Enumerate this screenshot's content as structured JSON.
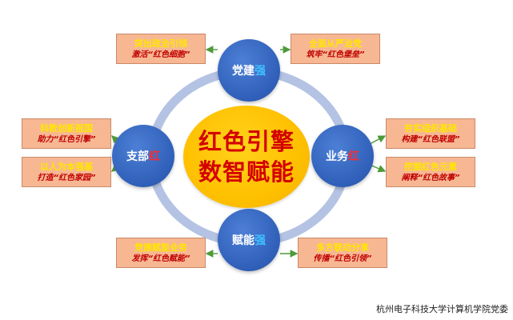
{
  "colors": {
    "ring": "#b4c3e3",
    "node": "#2f5fb8",
    "center": "#ffc000",
    "center_text": "#d40000",
    "callout_bg": "#f7b793",
    "callout_title": "#ffe600",
    "callout_sub": "#c00000",
    "arrow": "#4e9a3a",
    "accent_red": "#ff2a2a",
    "accent_cyan": "#3fc2ff"
  },
  "center": {
    "line1": "红色引擎",
    "line2": "数智赋能"
  },
  "nodes": {
    "top": {
      "main": "党建",
      "accent": "强"
    },
    "bottom": {
      "main": "赋能",
      "accent": "强"
    },
    "left": {
      "main": "支部",
      "accent": "红"
    },
    "right": {
      "main": "业务",
      "accent": "红"
    }
  },
  "callouts": {
    "top_left": {
      "title": "突出政治引领",
      "subtitle": "激活“红色细胞”"
    },
    "top_right": {
      "title": "全面从严治党",
      "subtitle": "筑牢“红色堡垒”"
    },
    "left_1": {
      "title": "科教创新报国",
      "subtitle": "助力“红色引擎”"
    },
    "left_2": {
      "title": "以人为本强基",
      "subtitle": "打造“红色家园”"
    },
    "right_1": {
      "title": "夯实组织基础",
      "subtitle": "构建“红色联盟”"
    },
    "right_2": {
      "title": "挖掘红色元素",
      "subtitle": "阐释“红色故事”"
    },
    "bottom_left": {
      "title": "党建赋能业务",
      "subtitle": "发挥“红色赋能”"
    },
    "bottom_right": {
      "title": "多方联动分享",
      "subtitle": "传播“红色引领”"
    }
  },
  "watermark": "杭州电子科技大学计算机学院党委"
}
